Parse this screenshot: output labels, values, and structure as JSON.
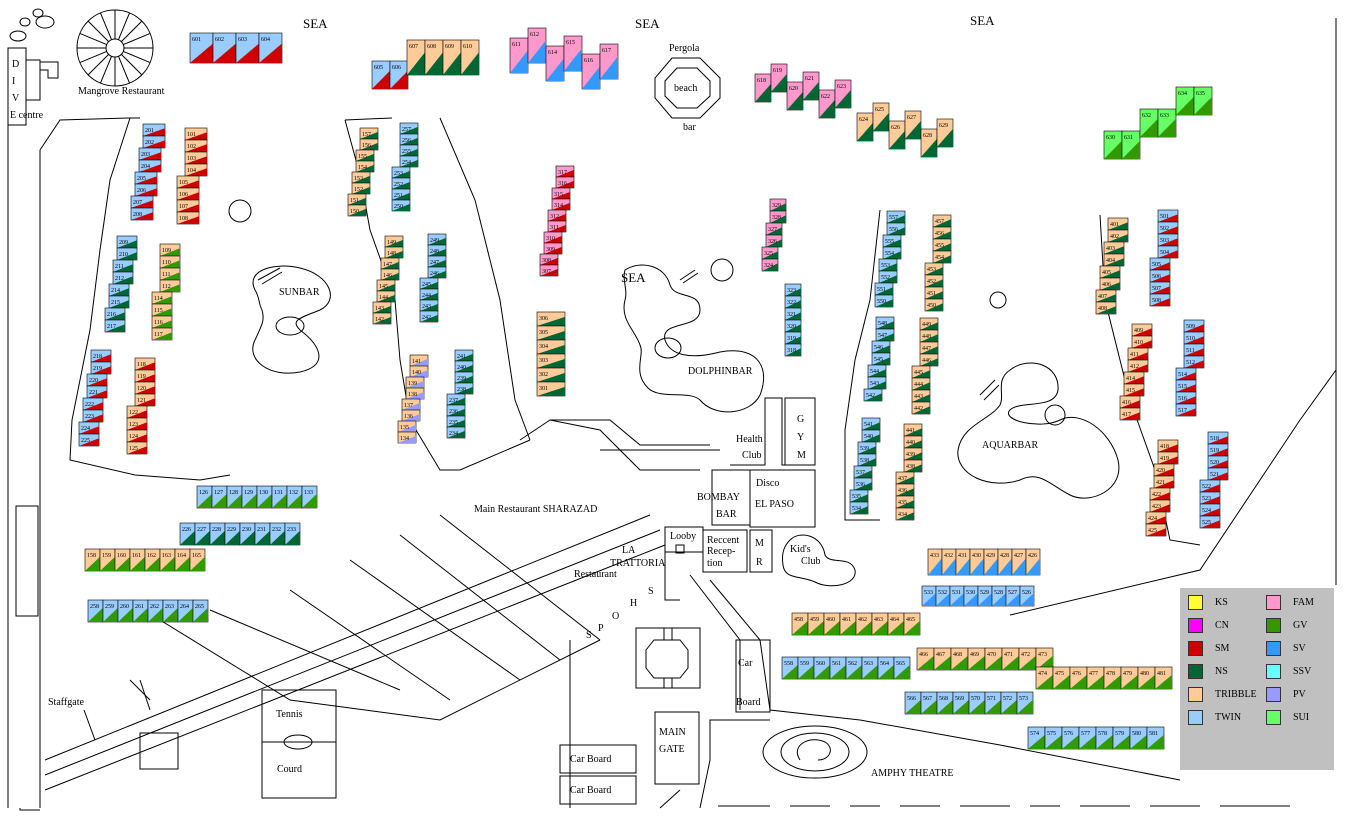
{
  "labels": {
    "sea1": "SEA",
    "sea2": "SEA",
    "sea3": "SEA",
    "dive": [
      "D",
      "I",
      "V",
      "E centre"
    ],
    "mangrove": "Mangrove Restaurant",
    "pergola": "Pergola",
    "beach": "beach",
    "bar": "bar",
    "sunbar": "SUNBAR",
    "dolphinbar": "DOLPHINBAR",
    "aquarbar": "AQUARBAR",
    "health": [
      "Health",
      "Club"
    ],
    "gym": [
      "G",
      "Y",
      "M"
    ],
    "bombay": [
      "BOMBAY",
      "BAR"
    ],
    "disco": [
      "Disco",
      "EL PASO"
    ],
    "mainrest": "Main Restaurant SHARAZAD",
    "trattoria": [
      "LA",
      "TRATTORIA",
      "Restaurant"
    ],
    "looby": "Looby",
    "reception": [
      "Reccent",
      "Recep-",
      "tion"
    ],
    "mr": [
      "M",
      "R"
    ],
    "kids": [
      "Kid's",
      "Club"
    ],
    "shops": [
      "S",
      "H",
      "O",
      "P",
      "S"
    ],
    "carboard": "Car Board",
    "carboard2": [
      "Car",
      "Board"
    ],
    "maingate": [
      "MAIN",
      "GATE"
    ],
    "tennis": [
      "Tennis",
      "Courd"
    ],
    "staffgate": "Staffgate",
    "amphy": "AMPHY THEATRE"
  },
  "legend": [
    {
      "code": "KS",
      "color": "#ffff33"
    },
    {
      "code": "FAM",
      "color": "#ff99cc"
    },
    {
      "code": "CN",
      "color": "#ff00ff"
    },
    {
      "code": "GV",
      "color": "#339900"
    },
    {
      "code": "SM",
      "color": "#cc0000"
    },
    {
      "code": "SV",
      "color": "#3399ff"
    },
    {
      "code": "NS",
      "color": "#006633"
    },
    {
      "code": "SSV",
      "color": "#66ffff"
    },
    {
      "code": "TRIBBLE",
      "color": "#ffcc99"
    },
    {
      "code": "PV",
      "color": "#9999ff"
    },
    {
      "code": "TWIN",
      "color": "#99ccff"
    },
    {
      "code": "SUI",
      "color": "#66ff66"
    }
  ],
  "blocks": [
    {
      "rooms": [
        "601",
        "602",
        "603",
        "604"
      ],
      "col": "#99ccff",
      "bot": "#cc0000"
    },
    {
      "rooms": [
        "605",
        "606"
      ],
      "col": "#99ccff",
      "bot": "#cc0000"
    },
    {
      "rooms": [
        "607",
        "608",
        "609",
        "610"
      ],
      "col": "#ffcc99",
      "bot": "#006633"
    },
    {
      "rooms": [
        "611",
        "612",
        "614",
        "615",
        "616",
        "617"
      ],
      "col": "#ff99cc",
      "bot": "#3399ff"
    },
    {
      "rooms": [
        "618",
        "619",
        "620",
        "621",
        "622",
        "623"
      ],
      "col": "#ff99cc",
      "bot": "#006633"
    },
    {
      "rooms": [
        "624",
        "625",
        "626",
        "627",
        "628",
        "629"
      ],
      "col": "#ffcc99",
      "bot": "#006633"
    },
    {
      "rooms": [
        "630",
        "631",
        "632",
        "633",
        "634",
        "635"
      ],
      "col": "#66ff66",
      "bot": "#339900"
    },
    {
      "rooms": [
        "201",
        "202",
        "203",
        "204",
        "205",
        "206",
        "207",
        "208"
      ],
      "col": "#99ccff",
      "bot": "#cc0000"
    },
    {
      "rooms": [
        "101",
        "102",
        "103",
        "104",
        "105",
        "106",
        "107",
        "108"
      ],
      "col": "#ffcc99",
      "bot": "#cc0000"
    },
    {
      "rooms": [
        "209",
        "210",
        "211",
        "212",
        "214",
        "215",
        "216",
        "217"
      ],
      "col": "#99ccff",
      "bot": "#006633"
    },
    {
      "rooms": [
        "109",
        "110",
        "111",
        "112",
        "114",
        "115",
        "116",
        "117"
      ],
      "col": "#ffcc99",
      "bot": "#339900"
    },
    {
      "rooms": [
        "218",
        "219",
        "220",
        "221",
        "222",
        "223",
        "224",
        "225"
      ],
      "col": "#99ccff",
      "bot": "#cc0000"
    },
    {
      "rooms": [
        "118",
        "119",
        "120",
        "121",
        "122",
        "123",
        "124",
        "125"
      ],
      "col": "#ffcc99",
      "bot": "#cc0000"
    },
    {
      "rooms": [
        "157",
        "156",
        "155",
        "154",
        "153",
        "152",
        "151",
        "150"
      ],
      "col": "#ffcc99",
      "bot": "#006633"
    },
    {
      "rooms": [
        "257",
        "256",
        "255",
        "254",
        "253",
        "252",
        "251",
        "250"
      ],
      "col": "#99ccff",
      "bot": "#006633"
    },
    {
      "rooms": [
        "149",
        "148",
        "147",
        "146",
        "145",
        "144",
        "143",
        "142"
      ],
      "col": "#ffcc99",
      "bot": "#006633"
    },
    {
      "rooms": [
        "249",
        "248",
        "247",
        "246",
        "245",
        "244",
        "243",
        "242"
      ],
      "col": "#99ccff",
      "bot": "#006633"
    },
    {
      "rooms": [
        "141",
        "140",
        "139",
        "138",
        "137",
        "136",
        "135",
        "134"
      ],
      "col": "#ffcc99",
      "bot": "#9999ff"
    },
    {
      "rooms": [
        "241",
        "240",
        "239",
        "238",
        "237",
        "236",
        "235",
        "234"
      ],
      "col": "#99ccff",
      "bot": "#006633"
    },
    {
      "rooms": [
        "317",
        "316",
        "315",
        "314",
        "312",
        "311",
        "310",
        "309",
        "308",
        "307"
      ],
      "col": "#ff99cc",
      "bot": "#cc0000"
    },
    {
      "rooms": [
        "306",
        "305",
        "304",
        "303",
        "302",
        "301"
      ],
      "col": "#ffcc99",
      "bot": "#006633"
    },
    {
      "rooms": [
        "329",
        "328",
        "327",
        "326",
        "325",
        "324"
      ],
      "col": "#ff99cc",
      "bot": "#006633"
    },
    {
      "rooms": [
        "323",
        "322",
        "321",
        "320",
        "319",
        "318"
      ],
      "col": "#99ccff",
      "bot": "#006633"
    },
    {
      "rooms": [
        "557",
        "556",
        "555",
        "554",
        "553",
        "552",
        "551",
        "550"
      ],
      "col": "#99ccff",
      "bot": "#006633"
    },
    {
      "rooms": [
        "457",
        "456",
        "455",
        "454",
        "453",
        "452",
        "451",
        "450"
      ],
      "col": "#ffcc99",
      "bot": "#006633"
    },
    {
      "rooms": [
        "548",
        "547",
        "546",
        "545",
        "544",
        "543",
        "542"
      ],
      "col": "#99ccff",
      "bot": "#006633"
    },
    {
      "rooms": [
        "449",
        "448",
        "447",
        "446",
        "445",
        "444",
        "443",
        "442"
      ],
      "col": "#ffcc99",
      "bot": "#006633"
    },
    {
      "rooms": [
        "541",
        "540",
        "539",
        "538",
        "537",
        "536",
        "535",
        "534"
      ],
      "col": "#99ccff",
      "bot": "#006633"
    },
    {
      "rooms": [
        "441",
        "440",
        "439",
        "438",
        "437",
        "436",
        "435",
        "434"
      ],
      "col": "#ffcc99",
      "bot": "#006633"
    },
    {
      "rooms": [
        "401",
        "402",
        "403",
        "404",
        "405",
        "406",
        "407",
        "408"
      ],
      "col": "#ffcc99",
      "bot": "#006633"
    },
    {
      "rooms": [
        "501",
        "502",
        "503",
        "504",
        "505",
        "506",
        "507",
        "508"
      ],
      "col": "#99ccff",
      "bot": "#cc0000"
    },
    {
      "rooms": [
        "409",
        "410",
        "411",
        "412",
        "414",
        "415",
        "416",
        "417"
      ],
      "col": "#ffcc99",
      "bot": "#cc0000"
    },
    {
      "rooms": [
        "509",
        "510",
        "511",
        "512",
        "514",
        "515",
        "516",
        "517"
      ],
      "col": "#99ccff",
      "bot": "#cc0000"
    },
    {
      "rooms": [
        "418",
        "419",
        "420",
        "421",
        "422",
        "423",
        "424",
        "425"
      ],
      "col": "#ffcc99",
      "bot": "#cc0000"
    },
    {
      "rooms": [
        "518",
        "519",
        "520",
        "521",
        "522",
        "523",
        "524",
        "525"
      ],
      "col": "#99ccff",
      "bot": "#cc0000"
    },
    {
      "rooms": [
        "126",
        "127",
        "128",
        "129",
        "130",
        "131",
        "132",
        "133"
      ],
      "col": "#99ccff",
      "bot": "#339900"
    },
    {
      "rooms": [
        "226",
        "227",
        "228",
        "229",
        "230",
        "231",
        "232",
        "233"
      ],
      "col": "#99ccff",
      "bot": "#006633"
    },
    {
      "rooms": [
        "158",
        "159",
        "160",
        "161",
        "162",
        "163",
        "164",
        "165"
      ],
      "col": "#ffcc99",
      "bot": "#339900"
    },
    {
      "rooms": [
        "258",
        "259",
        "260",
        "261",
        "262",
        "263",
        "264",
        "265"
      ],
      "col": "#99ccff",
      "bot": "#339900"
    },
    {
      "rooms": [
        "433",
        "432",
        "431",
        "430",
        "429",
        "428",
        "427",
        "426"
      ],
      "col": "#ffcc99",
      "bot": "#3399ff"
    },
    {
      "rooms": [
        "533",
        "532",
        "531",
        "530",
        "529",
        "528",
        "527",
        "526"
      ],
      "col": "#99ccff",
      "bot": "#3399ff"
    },
    {
      "rooms": [
        "458",
        "459",
        "460",
        "461",
        "462",
        "463",
        "464",
        "465"
      ],
      "col": "#ffcc99",
      "bot": "#339900"
    },
    {
      "rooms": [
        "558",
        "559",
        "560",
        "561",
        "562",
        "563",
        "564",
        "565"
      ],
      "col": "#99ccff",
      "bot": "#339900"
    },
    {
      "rooms": [
        "466",
        "467",
        "468",
        "469",
        "470",
        "471",
        "472",
        "473"
      ],
      "col": "#ffcc99",
      "bot": "#339900"
    },
    {
      "rooms": [
        "566",
        "567",
        "568",
        "569",
        "570",
        "571",
        "572",
        "573"
      ],
      "col": "#99ccff",
      "bot": "#339900"
    },
    {
      "rooms": [
        "474",
        "475",
        "476",
        "477",
        "478",
        "479",
        "480",
        "481"
      ],
      "col": "#ffcc99",
      "bot": "#339900"
    },
    {
      "rooms": [
        "574",
        "575",
        "576",
        "577",
        "578",
        "579",
        "580",
        "581"
      ],
      "col": "#99ccff",
      "bot": "#339900"
    }
  ]
}
